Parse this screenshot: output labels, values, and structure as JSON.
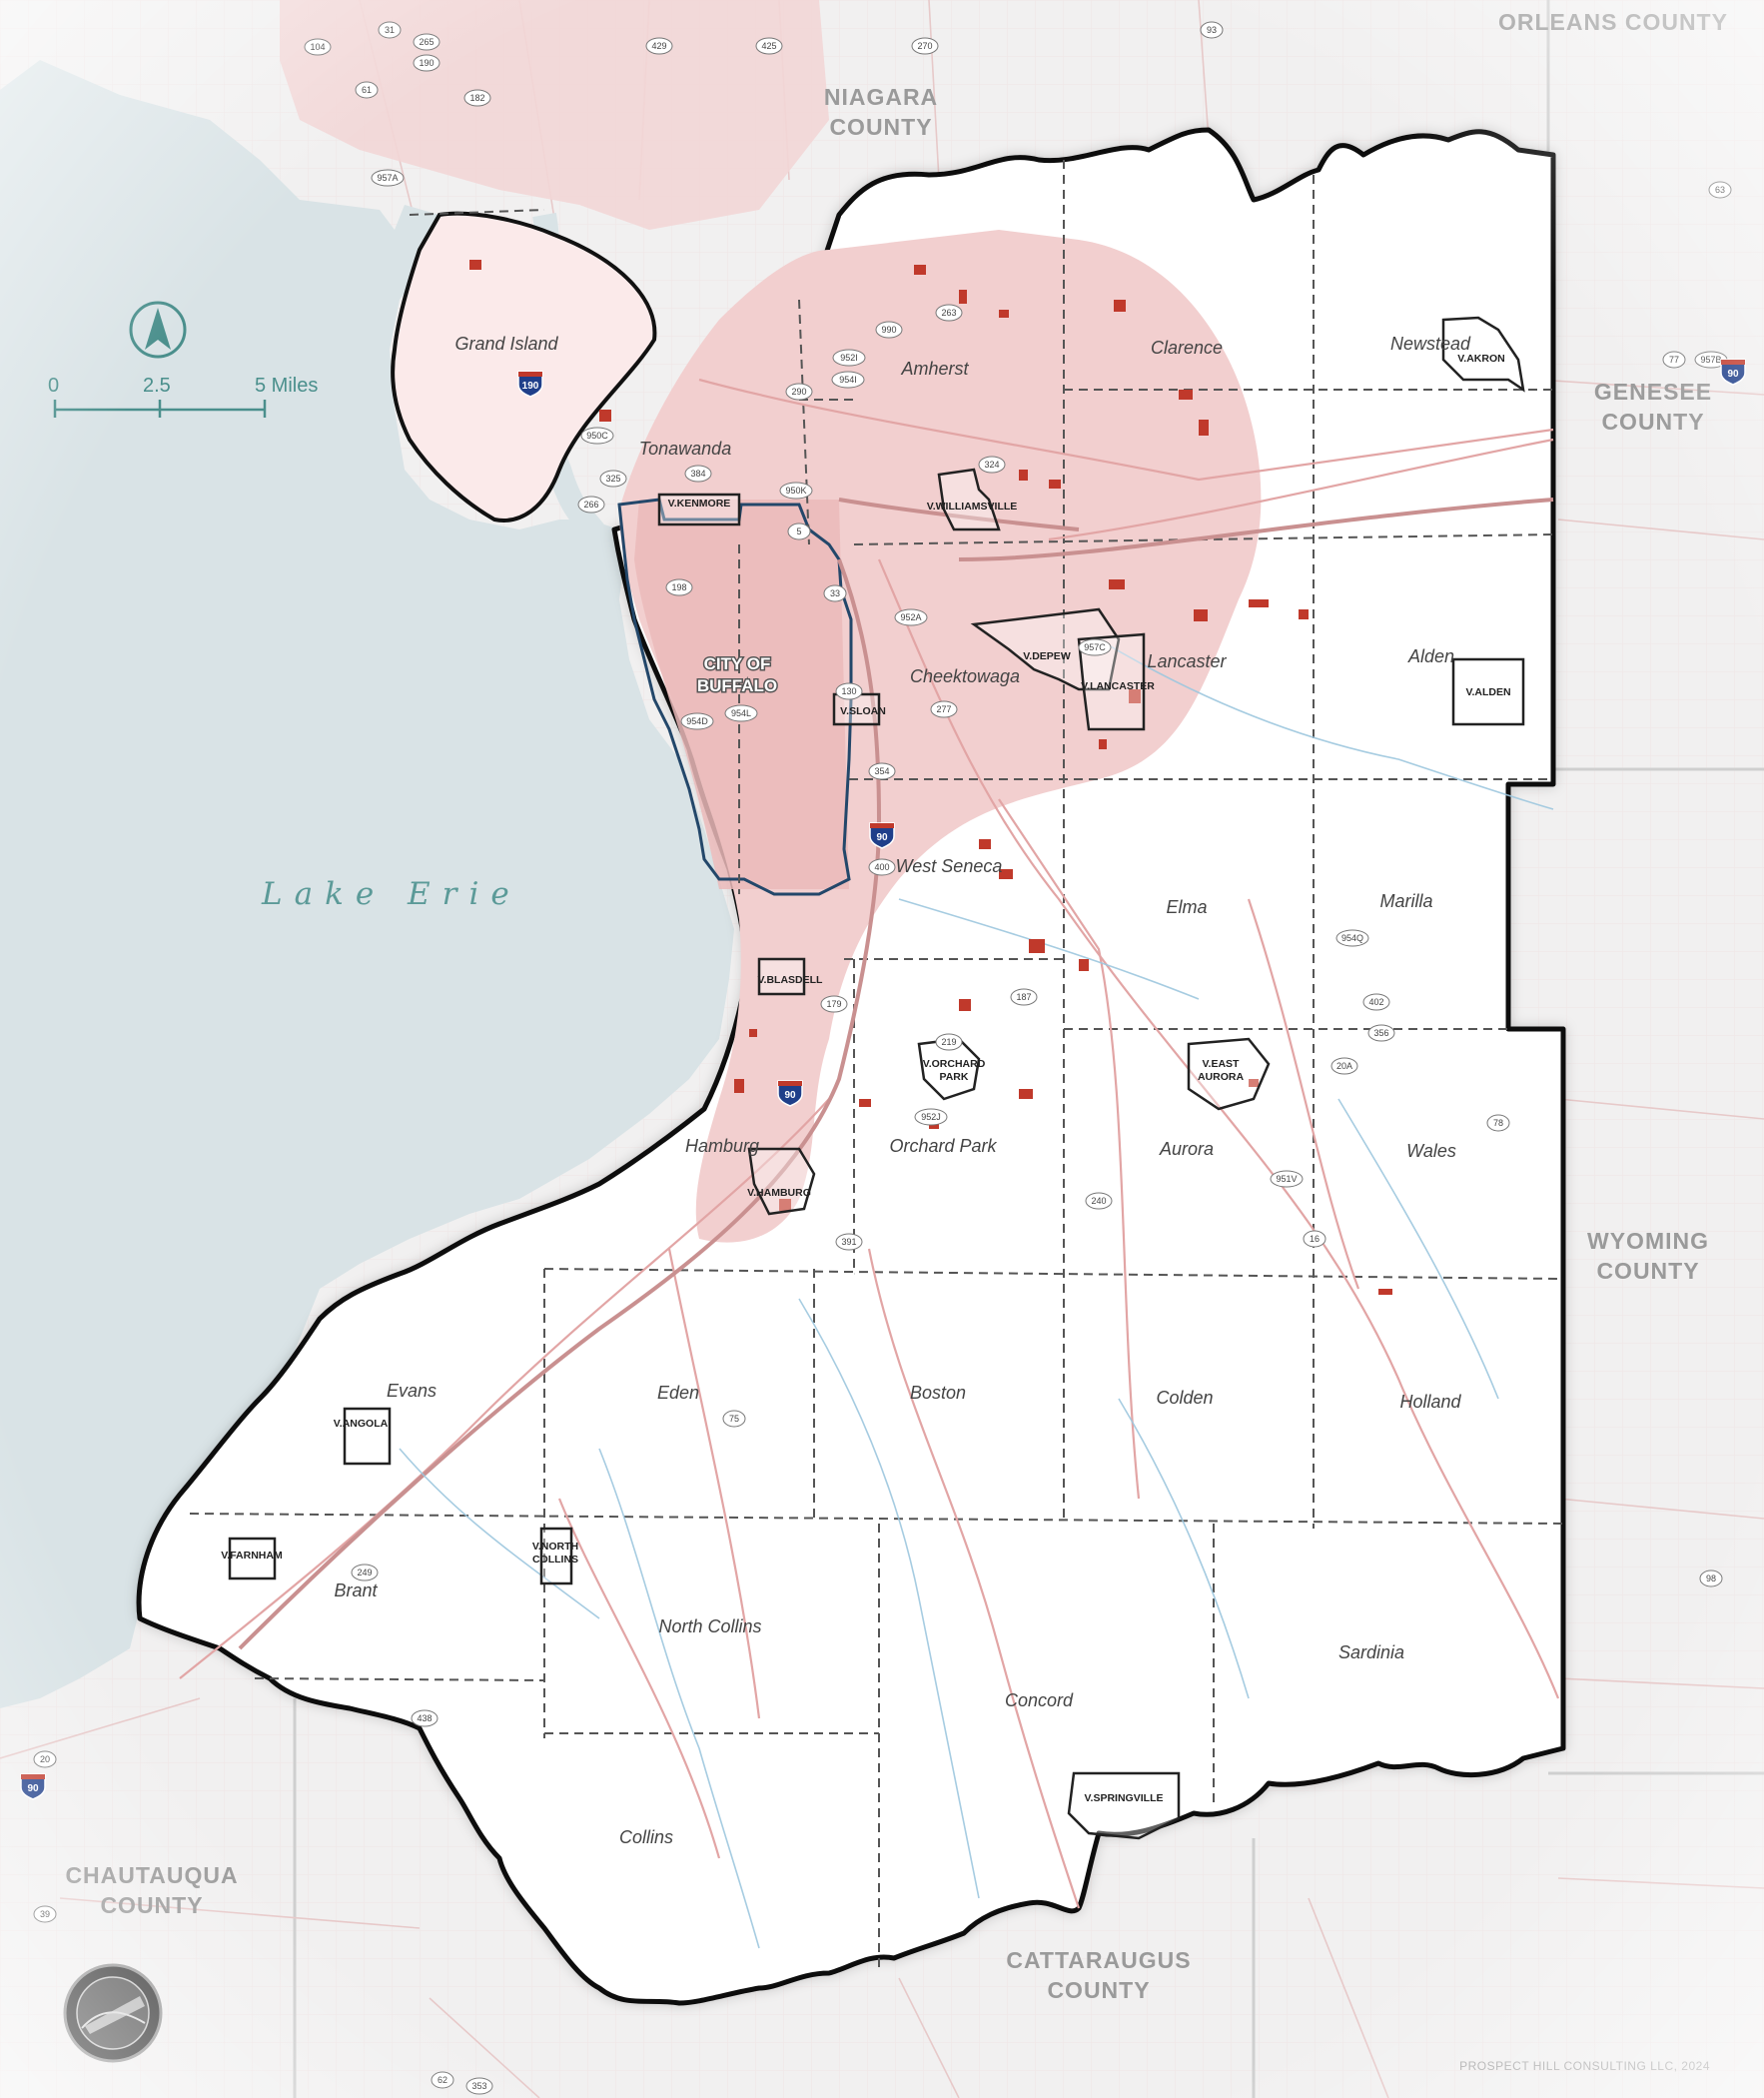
{
  "colors": {
    "lake": "#d9e3e6",
    "land_outside": "#f1f0f0",
    "county_fill": "#ffffff",
    "developed": "#f2cfcf",
    "developed_dense": "#ebbaba",
    "new_development": "#c0392b",
    "city_boundary": "#23476a",
    "county_outline": "#111111",
    "town_line": "#555555",
    "accent_teal": "#4a8f8c"
  },
  "lake": {
    "label": "Lake Erie"
  },
  "scale_bar": {
    "tick_0": "0",
    "tick_mid": "2.5",
    "tick_end": "5 Miles"
  },
  "north_arrow": {
    "icon": "north-arrow-icon"
  },
  "counties": [
    {
      "id": "orleans",
      "label": "ORLEANS COUNTY"
    },
    {
      "id": "niagara",
      "label": "NIAGARA COUNTY"
    },
    {
      "id": "genesee",
      "label": "GENESEE COUNTY"
    },
    {
      "id": "wyoming",
      "label": "WYOMING COUNTY"
    },
    {
      "id": "chautauqua",
      "label": "CHAUTAUQUA COUNTY"
    },
    {
      "id": "cattaraugus",
      "label": "CATTARAUGUS COUNTY"
    }
  ],
  "city": {
    "label": "CITY OF BUFFALO"
  },
  "towns": [
    "Grand Island",
    "Tonawanda",
    "Amherst",
    "Clarence",
    "Newstead",
    "Cheektowaga",
    "Lancaster",
    "Alden",
    "West Seneca",
    "Elma",
    "Marilla",
    "Hamburg",
    "Orchard Park",
    "Aurora",
    "Wales",
    "Evans",
    "Eden",
    "Boston",
    "Colden",
    "Holland",
    "Brant",
    "North Collins",
    "Sardinia",
    "Concord",
    "Collins"
  ],
  "villages": [
    "V.AKRON",
    "V.KENMORE",
    "V.WILLIAMSVILLE",
    "V.DEPEW",
    "V.LANCASTER",
    "V.ALDEN",
    "V.SLOAN",
    "V.BLASDELL",
    "V.ORCHARD PARK",
    "V.EAST AURORA",
    "V.HAMBURG",
    "V.ANGOLA",
    "V.FARNHAM",
    "V.NORTH COLLINS",
    "V.SPRINGVILLE"
  ],
  "routes": [
    "31",
    "104",
    "265",
    "190",
    "61",
    "182",
    "957A",
    "429",
    "425",
    "270",
    "93",
    "63",
    "263",
    "990",
    "952I",
    "954I",
    "290",
    "950C",
    "384",
    "325",
    "266",
    "950K",
    "324",
    "5",
    "198",
    "33",
    "952A",
    "957C",
    "130",
    "954L",
    "954D",
    "277",
    "354",
    "400",
    "179",
    "187",
    "219",
    "952J",
    "954Q",
    "402",
    "356",
    "20A",
    "78",
    "951V",
    "16",
    "240",
    "391",
    "75",
    "249",
    "438",
    "98",
    "20",
    "39",
    "62",
    "353",
    "77",
    "957B"
  ],
  "interstates": [
    "190",
    "90",
    "90",
    "90",
    "90"
  ],
  "credit": "PROSPECT HILL CONSULTING LLC, 2024"
}
